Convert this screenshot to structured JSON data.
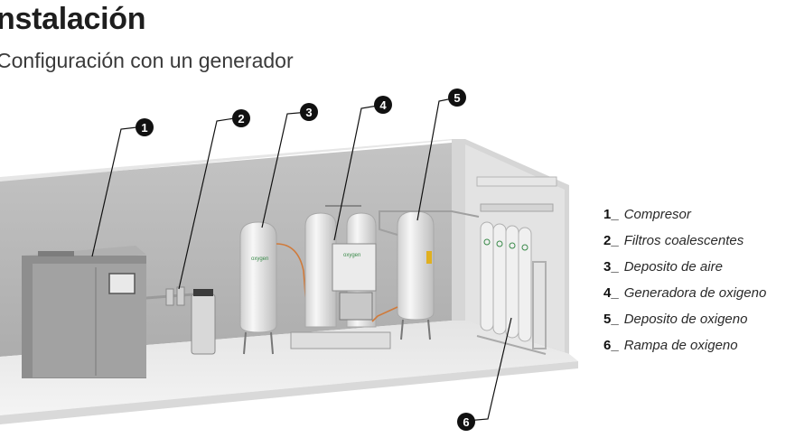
{
  "header": {
    "title": "nstalación",
    "subtitle": "Configuración con un generador"
  },
  "markers": [
    "1",
    "2",
    "3",
    "4",
    "5",
    "6"
  ],
  "legend": [
    {
      "num": "1_",
      "label": "Compresor"
    },
    {
      "num": "2_",
      "label": "Filtros coalescentes"
    },
    {
      "num": "3_",
      "label": "Deposito de aire"
    },
    {
      "num": "4_",
      "label": "Generadora de oxigeno"
    },
    {
      "num": "5_",
      "label": "Deposito de oxigeno"
    },
    {
      "num": "6_",
      "label": "Rampa de oxigeno"
    }
  ],
  "tank_logo": "oxygen",
  "colors": {
    "marker_bg": "#111111",
    "wall": "#b9b9b9",
    "floor": "#eeeeee",
    "compressor": "#9a9a9a",
    "tank": "#e9e9e9",
    "pipe_accent": "#d07a3a"
  }
}
